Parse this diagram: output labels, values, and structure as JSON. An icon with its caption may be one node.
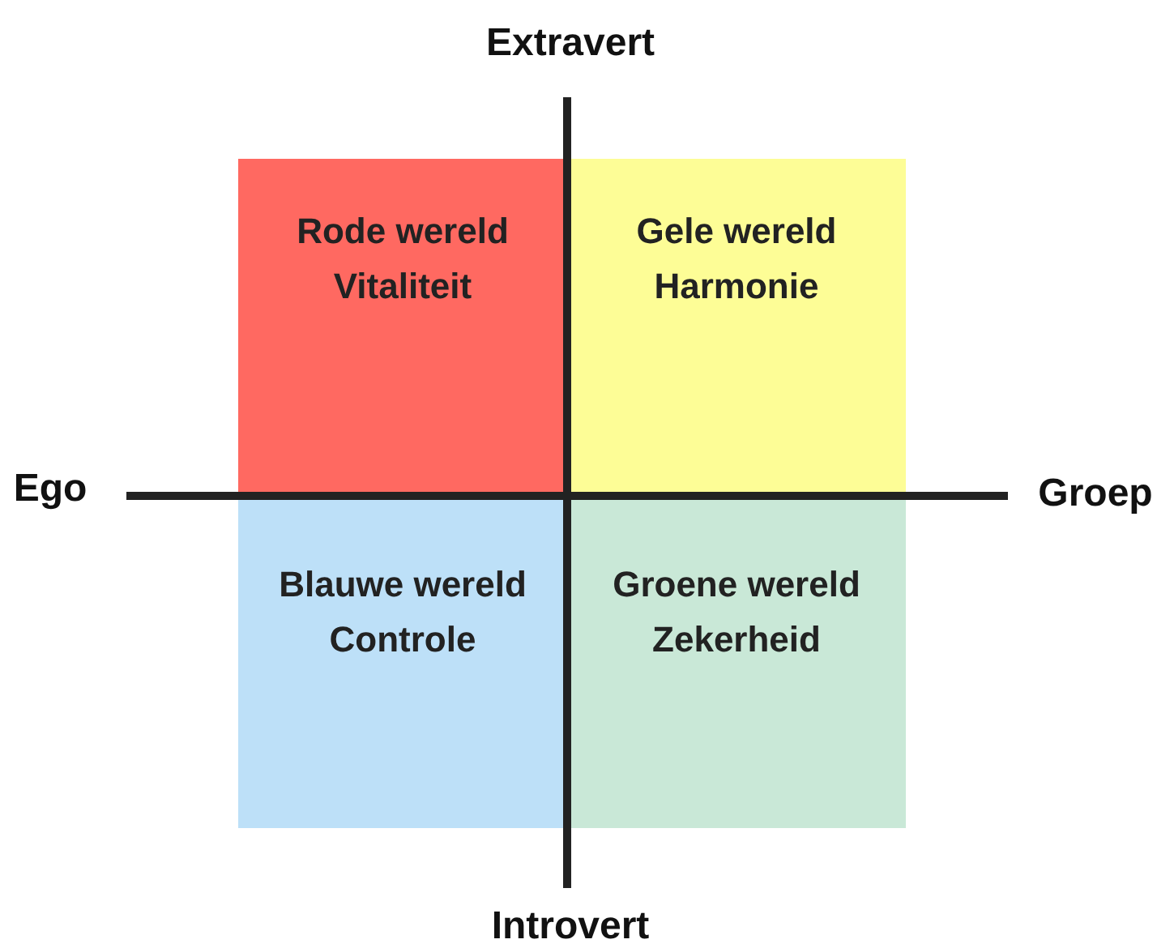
{
  "diagram": {
    "nodes": [
      {
        "text": [
          "Rode wereld",
          "Vitaliteit"
        ]
      },
      {
        "text": [
          "Gele wereld",
          "Harmonie"
        ]
      },
      {
        "text": [
          "Blauwe wereld",
          "Controle"
        ]
      },
      {
        "text": [
          "Groene wereld",
          "Zekerheid"
        ]
      }
    ],
    "labels": [
      "Extravert",
      "Ego",
      "Groep",
      "Introvert"
    ]
  }
}
